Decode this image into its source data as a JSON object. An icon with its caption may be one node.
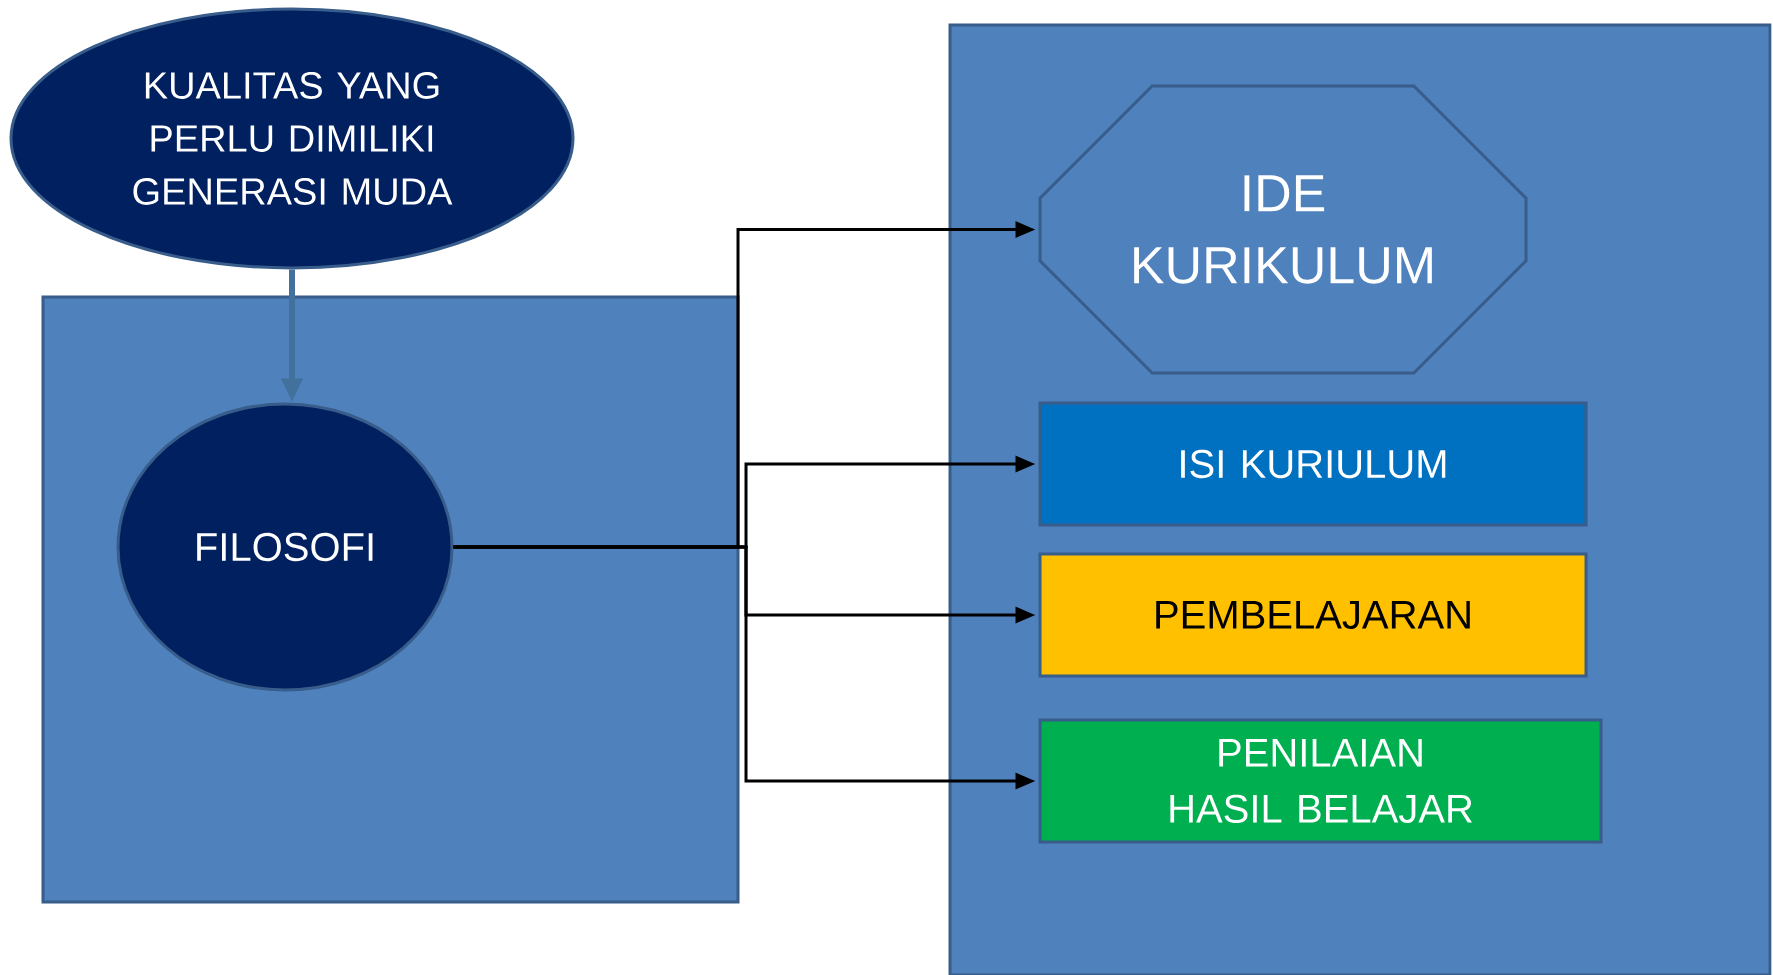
{
  "diagram": {
    "nodes": [
      {
        "text": [
          "KUALITAS YANG PERLU DIMILIKI GENERASI MUDA"
        ]
      },
      {
        "text": [],
        "shape": "box"
      },
      {
        "text": [
          "FILOSOFI"
        ],
        "in": 1
      },
      {
        "text": [],
        "shape": "box"
      },
      {
        "text": [
          "IDE KURIKULUM"
        ],
        "in": 3
      },
      {
        "text": [
          "ISI KURIULUM"
        ],
        "in": 3
      },
      {
        "text": [
          "PEMBELAJARAN"
        ],
        "in": 3
      },
      {
        "text": [
          "PENILAIAN HASIL BELAJAR"
        ],
        "in": 3
      }
    ],
    "edges": [
      {
        "from": 0,
        "to": 2,
        "arrow": "to",
        "style": "thick",
        "color": "#41719c"
      },
      {
        "from": 2,
        "to": 4,
        "arrow": "to"
      },
      {
        "from": 2,
        "to": 5,
        "arrow": "to"
      },
      {
        "from": 2,
        "to": 6,
        "arrow": "to"
      },
      {
        "from": 2,
        "to": 7,
        "arrow": "to"
      }
    ]
  }
}
